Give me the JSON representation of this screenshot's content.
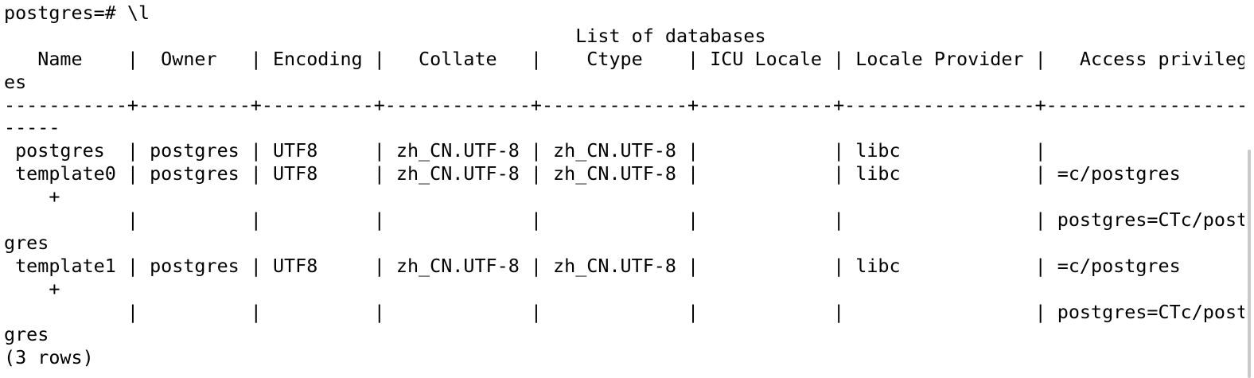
{
  "terminal": {
    "lines": [
      "postgres=# \\l",
      "                                                   List of databases",
      "   Name    |  Owner   | Encoding |   Collate   |    Ctype    | ICU Locale | Locale Provider |   Access privileg",
      "es",
      "-----------+----------+----------+-------------+-------------+------------+-----------------+------------------",
      "-----",
      " postgres  | postgres | UTF8     | zh_CN.UTF-8 | zh_CN.UTF-8 |            | libc            |",
      " template0 | postgres | UTF8     | zh_CN.UTF-8 | zh_CN.UTF-8 |            | libc            | =c/postgres",
      "    +",
      "           |          |          |             |             |            |                 | postgres=CTc/post",
      "gres",
      " template1 | postgres | UTF8     | zh_CN.UTF-8 | zh_CN.UTF-8 |            | libc            | =c/postgres",
      "    +",
      "           |          |          |             |             |            |                 | postgres=CTc/post",
      "gres",
      "(3 rows)"
    ]
  }
}
